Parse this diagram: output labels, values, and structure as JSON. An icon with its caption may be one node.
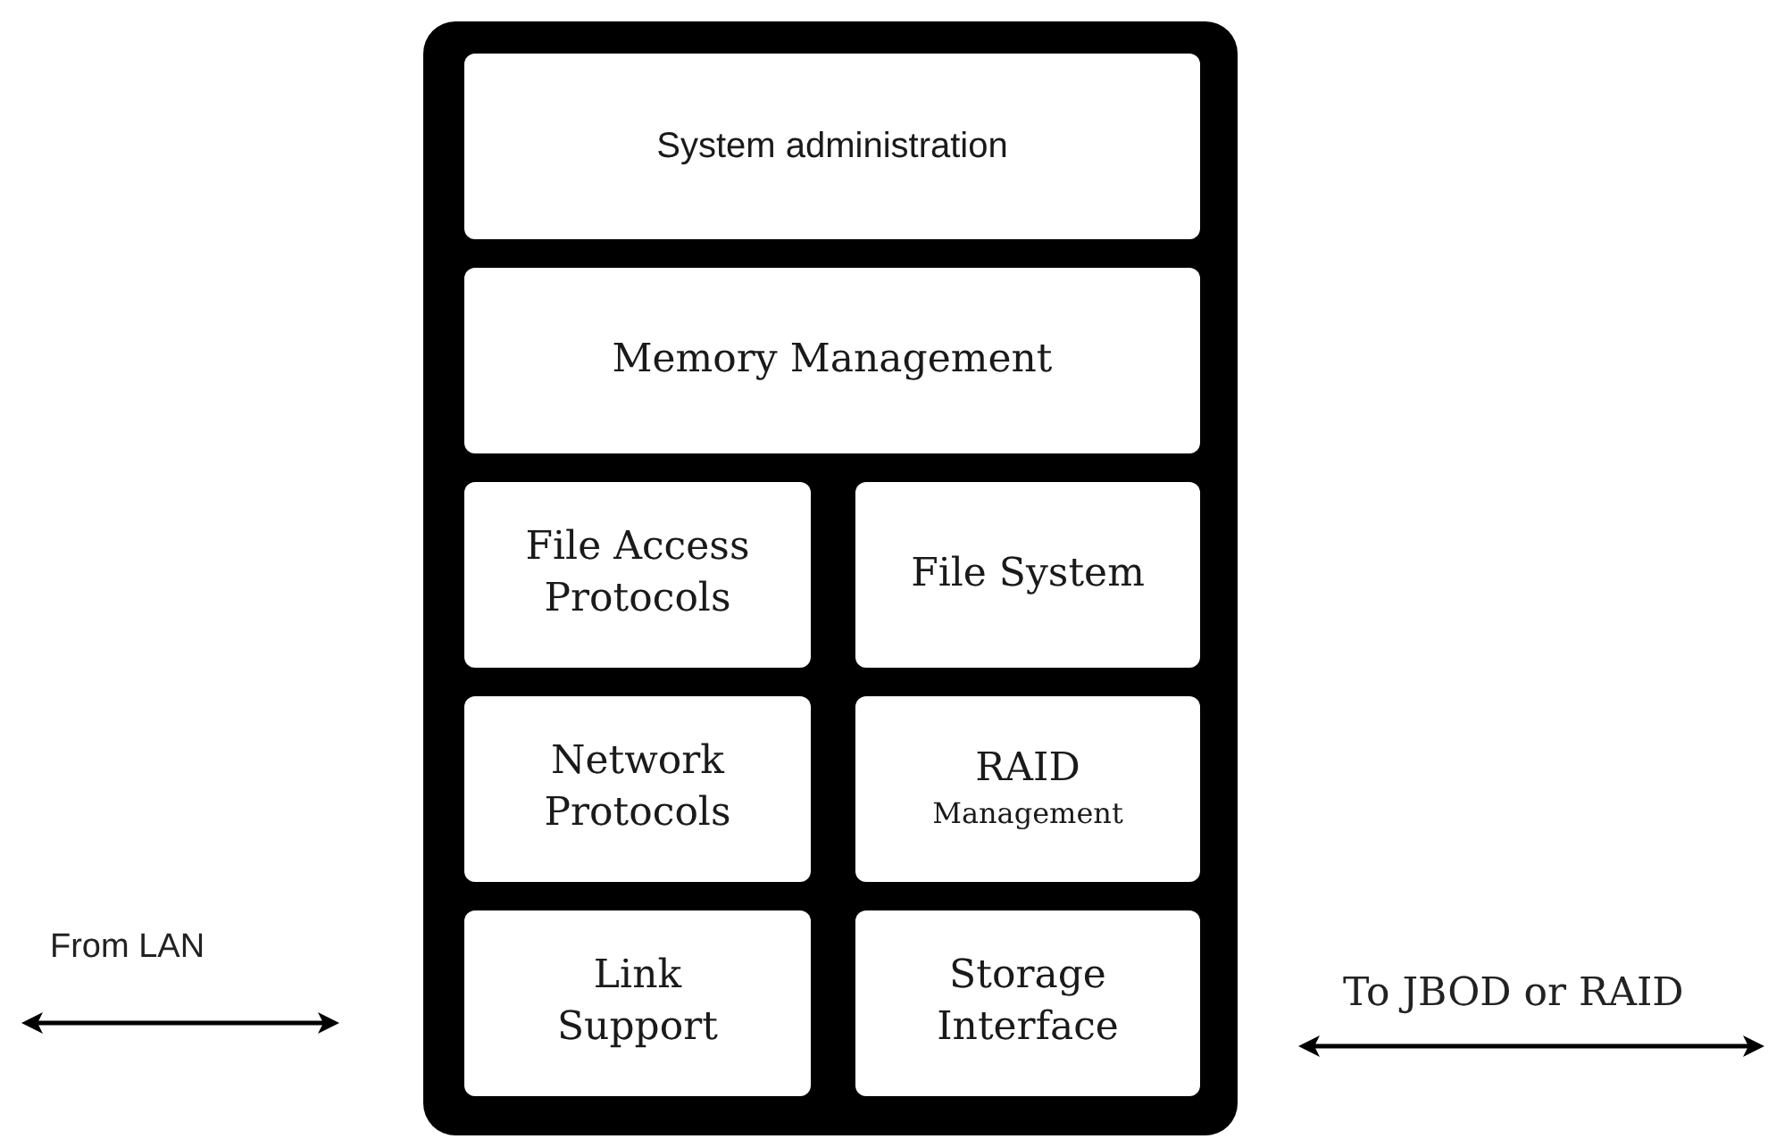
{
  "diagram": {
    "nodes": [
      {
        "text": [],
        "shape": "box"
      },
      {
        "text": [
          "System administration"
        ],
        "in": 0
      },
      {
        "text": [
          "Memory Management"
        ],
        "in": 0
      },
      {
        "text": [
          "File Access Protocols"
        ],
        "in": 0
      },
      {
        "text": [
          "File System"
        ],
        "in": 0
      },
      {
        "text": [
          "Network Protocols"
        ],
        "in": 0
      },
      {
        "text": [
          "RAID",
          "Management"
        ],
        "in": 0
      },
      {
        "text": [
          "Link Support"
        ],
        "in": 0
      },
      {
        "text": [
          "Storage Interface"
        ],
        "in": 0
      }
    ],
    "labels": [
      "From LAN",
      "To JBOD or RAID"
    ]
  }
}
